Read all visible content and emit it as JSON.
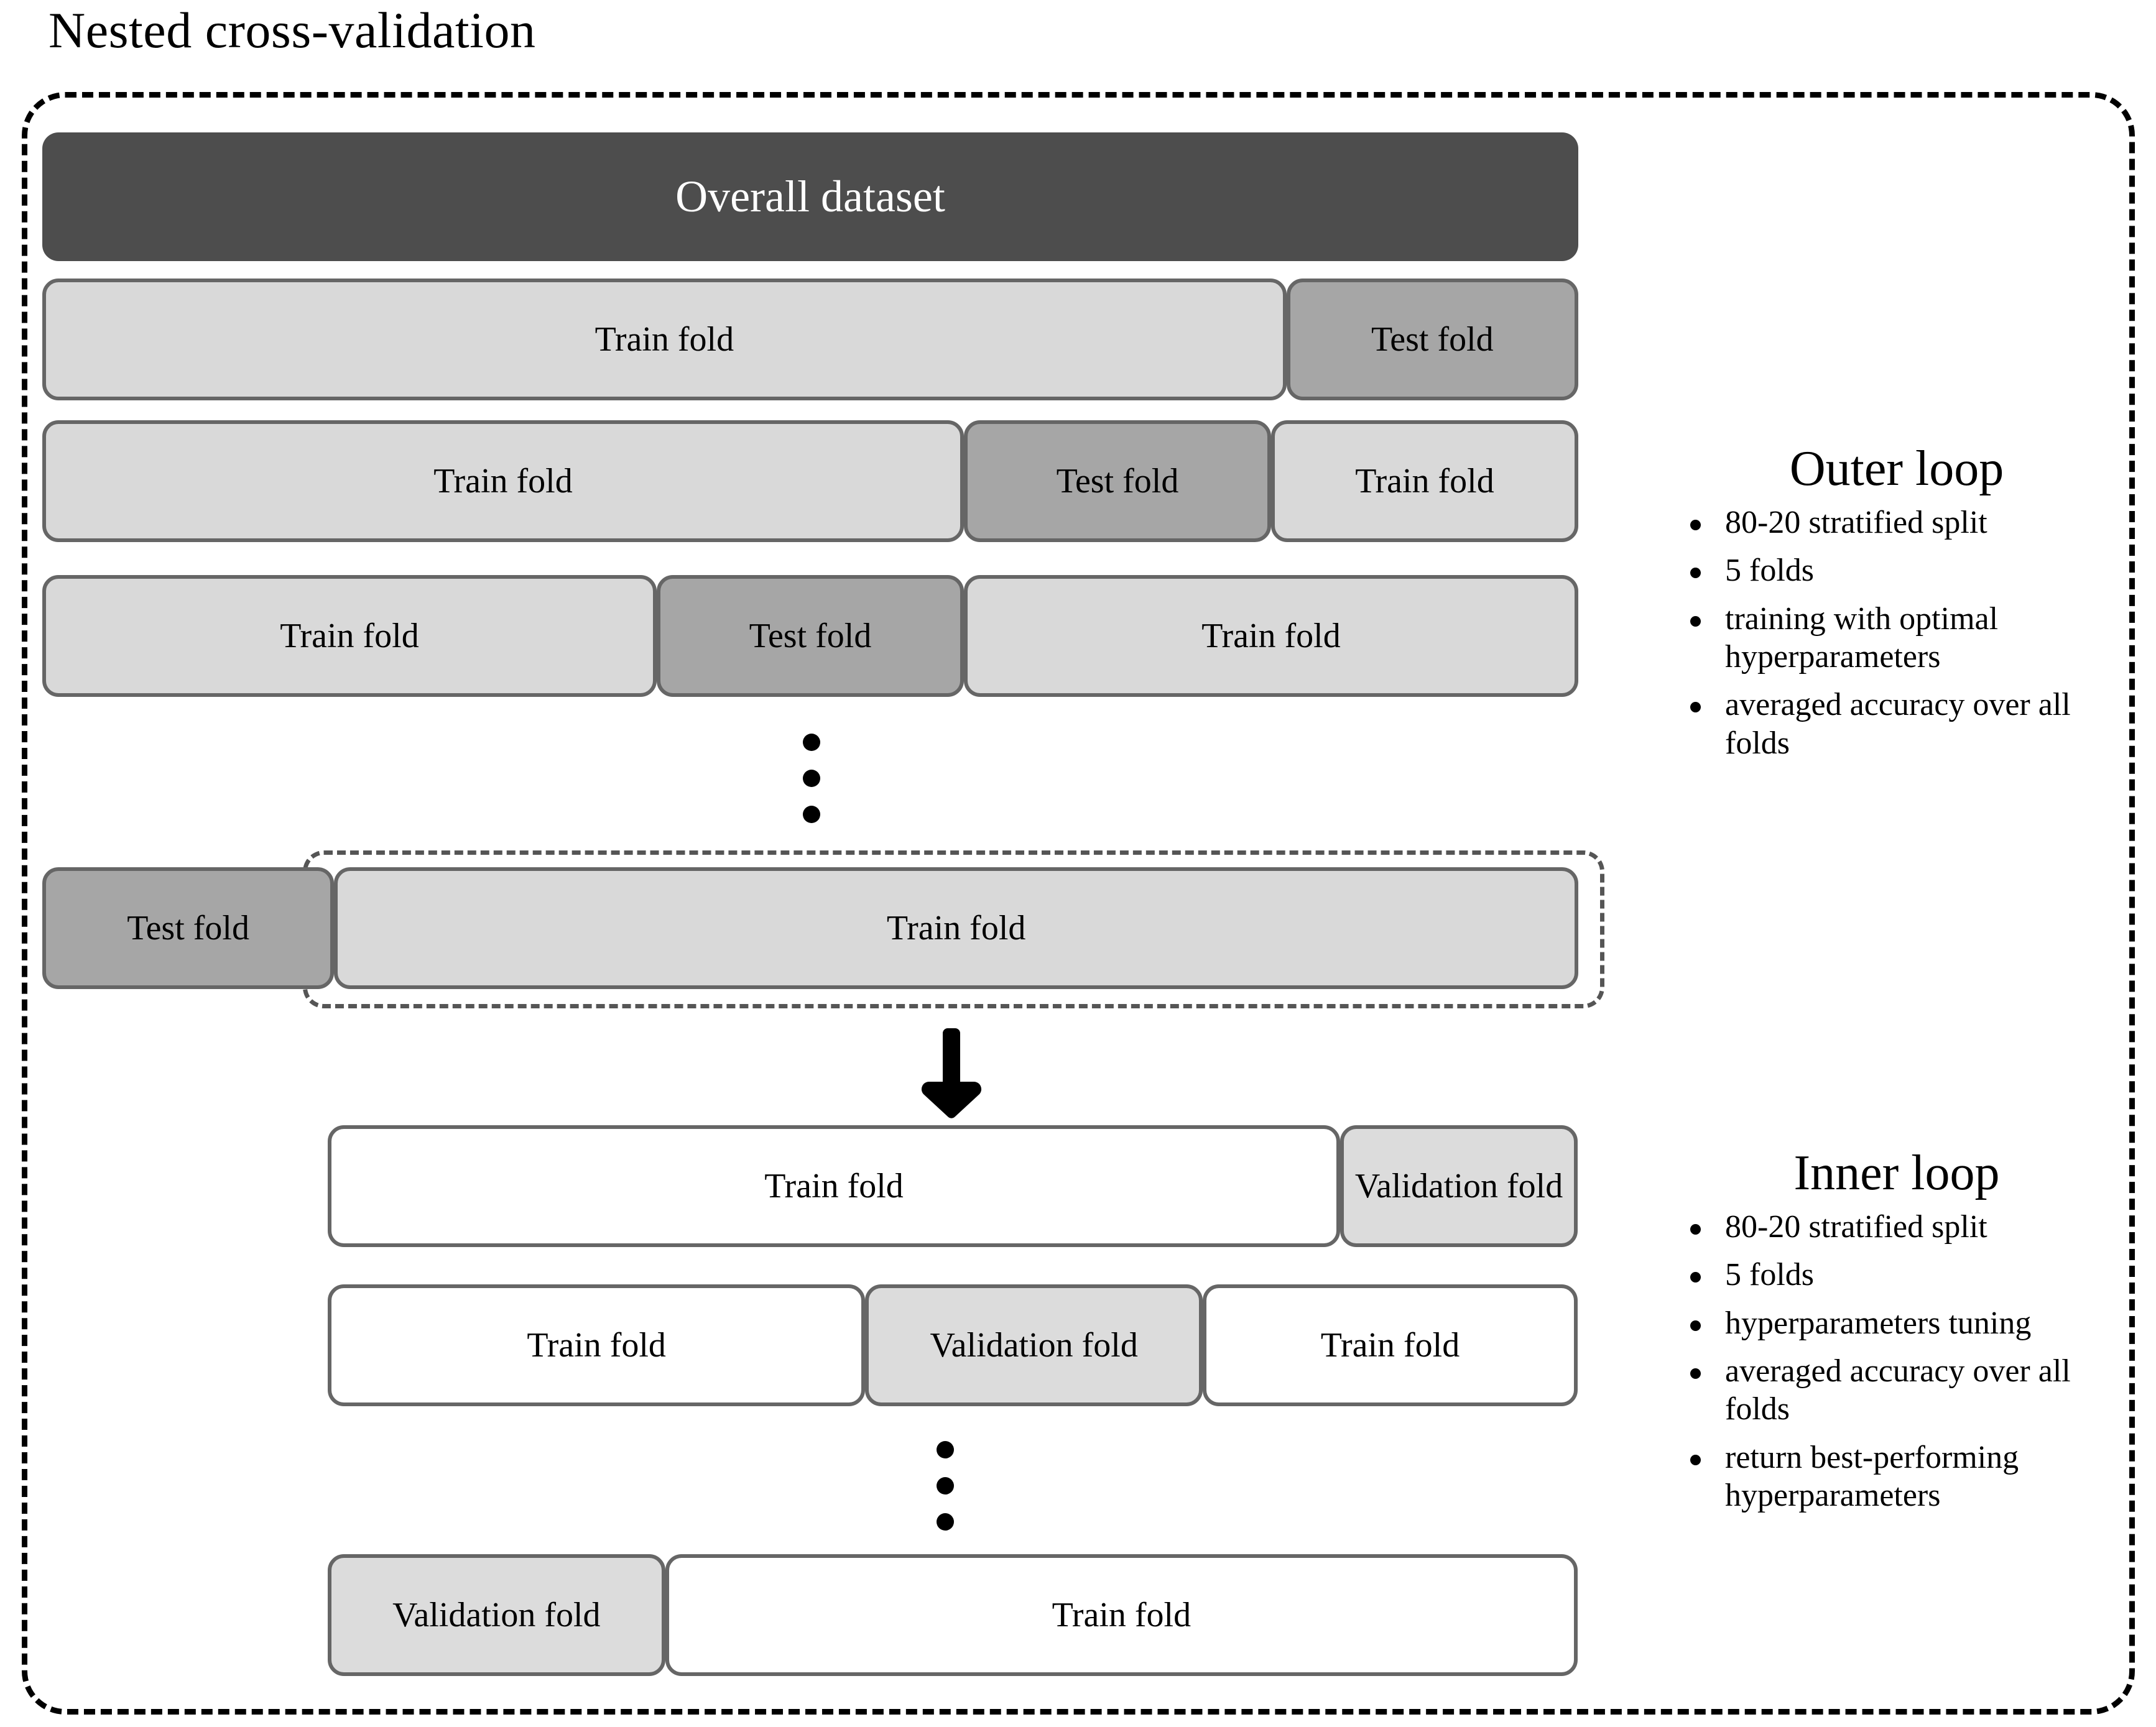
{
  "title": "Nested cross-validation",
  "overall": {
    "label": "Overall dataset"
  },
  "labels": {
    "train": "Train fold",
    "test": "Test fold",
    "validation": "Validation fold"
  },
  "colors": {
    "overall_dataset": "#4d4d4d",
    "train_fold_outer": "#d9d9d9",
    "test_fold_outer": "#a6a6a6",
    "train_fold_inner": "#ffffff",
    "validation_fold_inner": "#dcdcdc",
    "segment_border": "#666666",
    "frame_dashed": "#000000"
  },
  "outer_loop": {
    "title": "Outer loop",
    "bullets": [
      "80-20 stratified split",
      "5 folds",
      "training with optimal hyperparameters",
      "averaged accuracy over all folds"
    ],
    "rows": [
      {
        "segments": [
          {
            "label": "Train fold",
            "kind": "train",
            "pct": 81
          },
          {
            "label": "Test fold",
            "kind": "test",
            "pct": 19
          }
        ]
      },
      {
        "segments": [
          {
            "label": "Train fold",
            "kind": "train",
            "pct": 60
          },
          {
            "label": "Test fold",
            "kind": "test",
            "pct": 20
          },
          {
            "label": "Train fold",
            "kind": "train",
            "pct": 20
          }
        ]
      },
      {
        "segments": [
          {
            "label": "Train fold",
            "kind": "train",
            "pct": 40
          },
          {
            "label": "Test fold",
            "kind": "test",
            "pct": 20
          },
          {
            "label": "Train fold",
            "kind": "train",
            "pct": 40
          }
        ]
      },
      {
        "segments": [
          {
            "label": "Test fold",
            "kind": "test",
            "pct": 19
          },
          {
            "label": "Train fold",
            "kind": "train",
            "pct": 81
          }
        ]
      }
    ],
    "ellipsis": "⋮"
  },
  "inner_loop": {
    "title": "Inner loop",
    "bullets": [
      "80-20 stratified split",
      "5 folds",
      "hyperparameters tuning",
      "averaged accuracy over all folds",
      "return best-performing hyperparameters"
    ],
    "rows": [
      {
        "segments": [
          {
            "label": "Train fold",
            "kind": "train",
            "pct": 81
          },
          {
            "label": "Validation fold",
            "kind": "val",
            "pct": 19
          }
        ]
      },
      {
        "segments": [
          {
            "label": "Train fold",
            "kind": "train",
            "pct": 43
          },
          {
            "label": "Validation fold",
            "kind": "val",
            "pct": 27
          },
          {
            "label": "Train fold",
            "kind": "train",
            "pct": 30
          }
        ]
      },
      {
        "segments": [
          {
            "label": "Validation fold",
            "kind": "val",
            "pct": 27
          },
          {
            "label": "Train fold",
            "kind": "train",
            "pct": 73
          }
        ]
      }
    ],
    "ellipsis": "⋮"
  },
  "chart_data": {
    "type": "diagram",
    "title": "Nested cross-validation",
    "description": "Nested cross-validation schematic: outer loop splits the overall dataset into train/test folds; the outer train fold is passed to an inner loop that splits it into train/validation folds.",
    "outer_loop_rows": [
      [
        "Train fold 81%",
        "Test fold 19%"
      ],
      [
        "Train fold 60%",
        "Test fold 20%",
        "Train fold 20%"
      ],
      [
        "Train fold 40%",
        "Test fold 20%",
        "Train fold 40%"
      ],
      [
        "Test fold 19%",
        "Train fold 81%"
      ]
    ],
    "inner_loop_rows": [
      [
        "Train fold 81%",
        "Validation fold 19%"
      ],
      [
        "Train fold 43%",
        "Validation fold 27%",
        "Train fold 30%"
      ],
      [
        "Validation fold 27%",
        "Train fold 73%"
      ]
    ]
  }
}
